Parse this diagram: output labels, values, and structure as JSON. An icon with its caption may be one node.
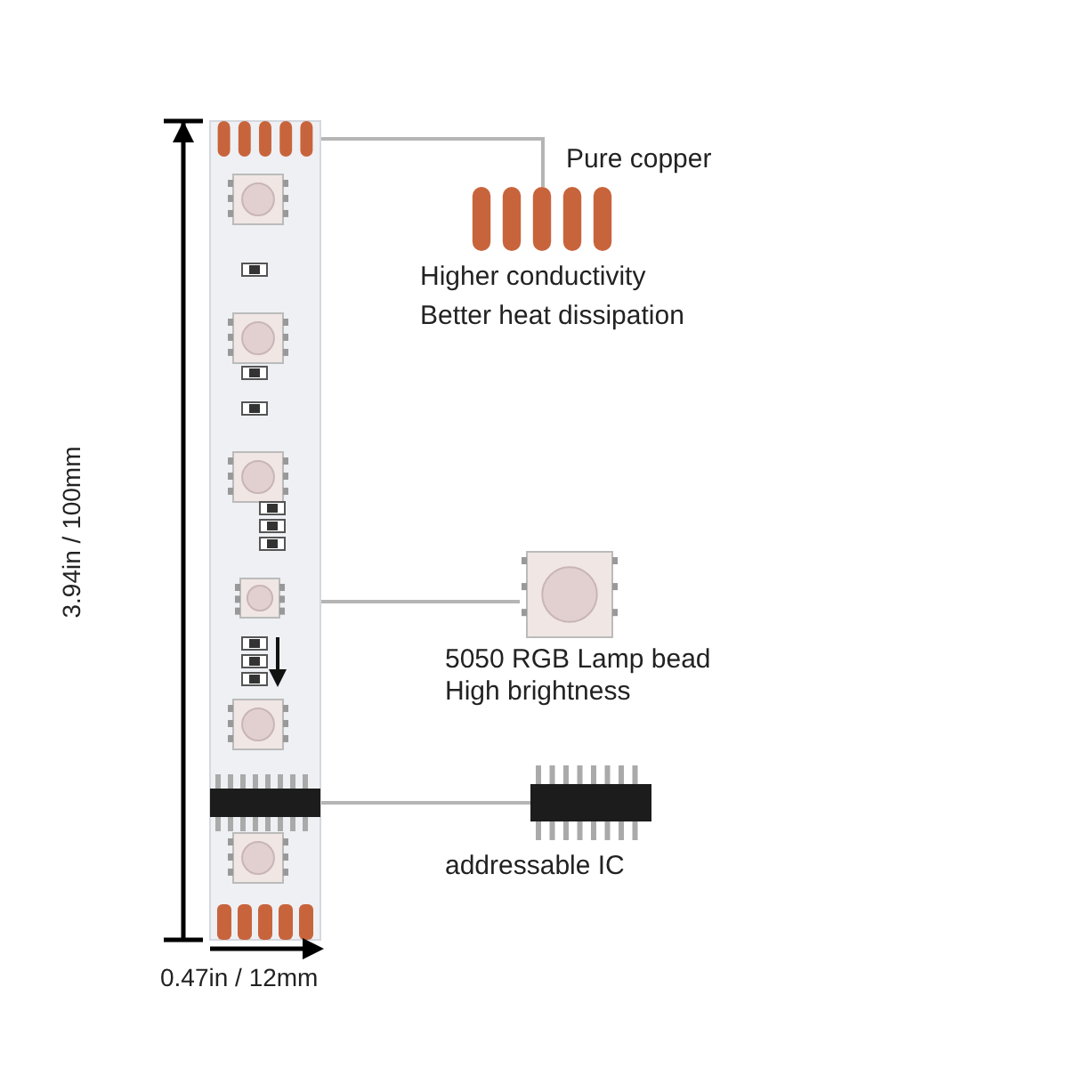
{
  "diagram": {
    "nodes": [
      {
        "text": [],
        "shape": "picture"
      },
      {
        "text": [
          "Pure copper",
          "Higher conductivity",
          "Better heat dissipation"
        ]
      },
      {
        "text": [],
        "shape": "picture"
      },
      {
        "text": [
          "5050 RGB Lamp bead",
          "High brightness"
        ]
      },
      {
        "text": [],
        "shape": "picture"
      },
      {
        "text": [
          "addressable IC"
        ]
      }
    ],
    "edges": [
      {
        "from": 0,
        "to": 1,
        "arrow": "none"
      },
      {
        "from": 2,
        "to": 3,
        "arrow": "none"
      },
      {
        "from": 4,
        "to": 5,
        "arrow": "none"
      }
    ],
    "labels": [
      "3.94in / 100mm",
      "0.47in / 12mm"
    ]
  }
}
